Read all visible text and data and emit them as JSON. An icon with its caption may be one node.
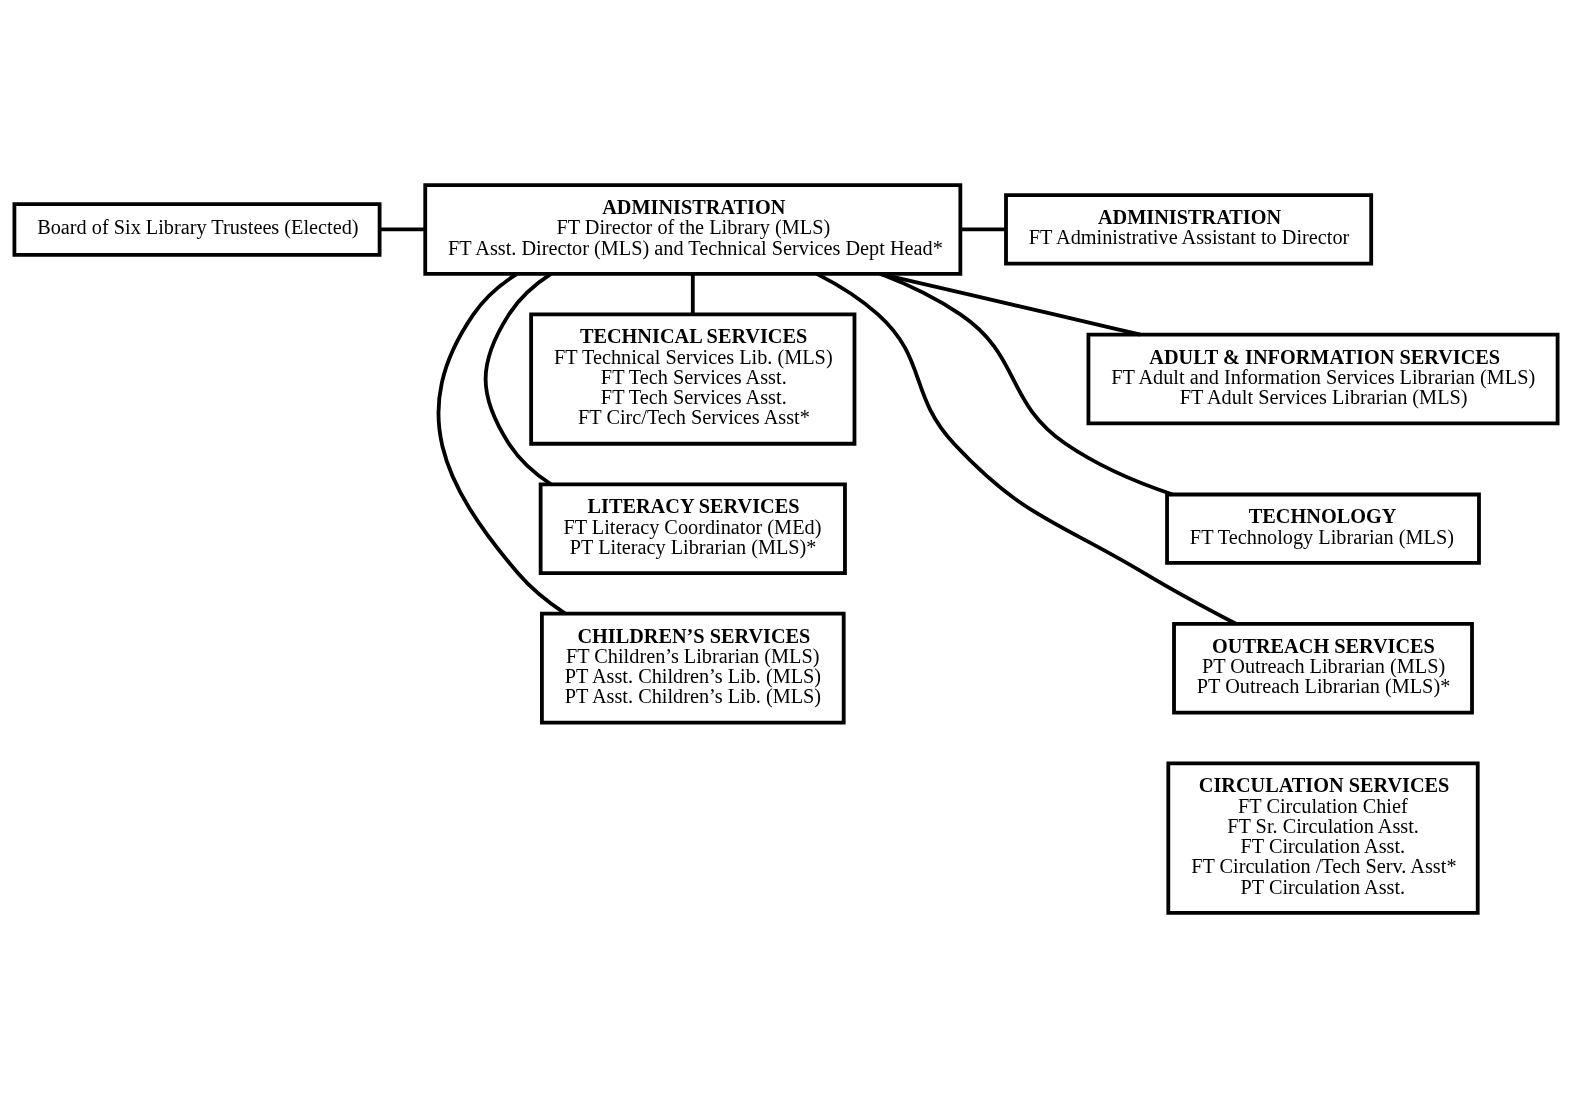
{
  "diagram": {
    "nodes": [
      {
        "text": [
          "Board of Six Library Trustees (Elected)"
        ]
      },
      {
        "text": [
          "ADMINISTRATION",
          "FT Director of the Library (MLS)",
          "FT Asst. Director (MLS) and Technical Services Dept Head*"
        ]
      },
      {
        "text": [
          "ADMINISTRATION",
          "FT Administrative Assistant to Director"
        ]
      },
      {
        "text": [
          "ADULT & INFORMATION SERVICES",
          "FT Adult and Information Services Librarian (MLS)",
          "FT Adult Services Librarian (MLS)"
        ]
      },
      {
        "text": [
          "TECHNICAL SERVICES",
          "FT Technical Services Lib. (MLS)",
          "FT Tech Services Asst.",
          "FT Tech Services Asst.",
          "FT Circ/Tech Services Asst*"
        ]
      },
      {
        "text": [
          "TECHNOLOGY",
          "FT Technology Librarian (MLS)"
        ]
      },
      {
        "text": [
          "LITERACY SERVICES",
          "FT Literacy Coordinator (MEd)",
          "PT Literacy Librarian (MLS)*"
        ]
      },
      {
        "text": [
          "OUTREACH SERVICES",
          "PT Outreach Librarian (MLS)",
          "PT Outreach Librarian (MLS)*"
        ]
      },
      {
        "text": [
          "CHILDREN’S SERVICES",
          "FT Children’s Librarian (MLS)",
          "PT Asst. Children’s Lib. (MLS)",
          "PT Asst. Children’s Lib. (MLS)"
        ]
      },
      {
        "text": [
          "CIRCULATION SERVICES",
          "FT Circulation Chief",
          "FT Sr. Circulation Asst.",
          "FT Circulation Asst.",
          "FT Circulation /Tech Serv. Asst*",
          "PT Circulation Asst."
        ]
      }
    ],
    "edges": [
      {
        "from": 0,
        "to": 1,
        "arrow": "none"
      },
      {
        "from": 1,
        "to": 2,
        "arrow": "none"
      },
      {
        "from": 1,
        "to": 3,
        "arrow": "none"
      },
      {
        "from": 1,
        "to": 4,
        "arrow": "none"
      },
      {
        "from": 1,
        "to": 5,
        "arrow": "none"
      },
      {
        "from": 1,
        "to": 6,
        "arrow": "none"
      },
      {
        "from": 1,
        "to": 7,
        "arrow": "none"
      },
      {
        "from": 1,
        "to": 8,
        "arrow": "none"
      }
    ]
  }
}
